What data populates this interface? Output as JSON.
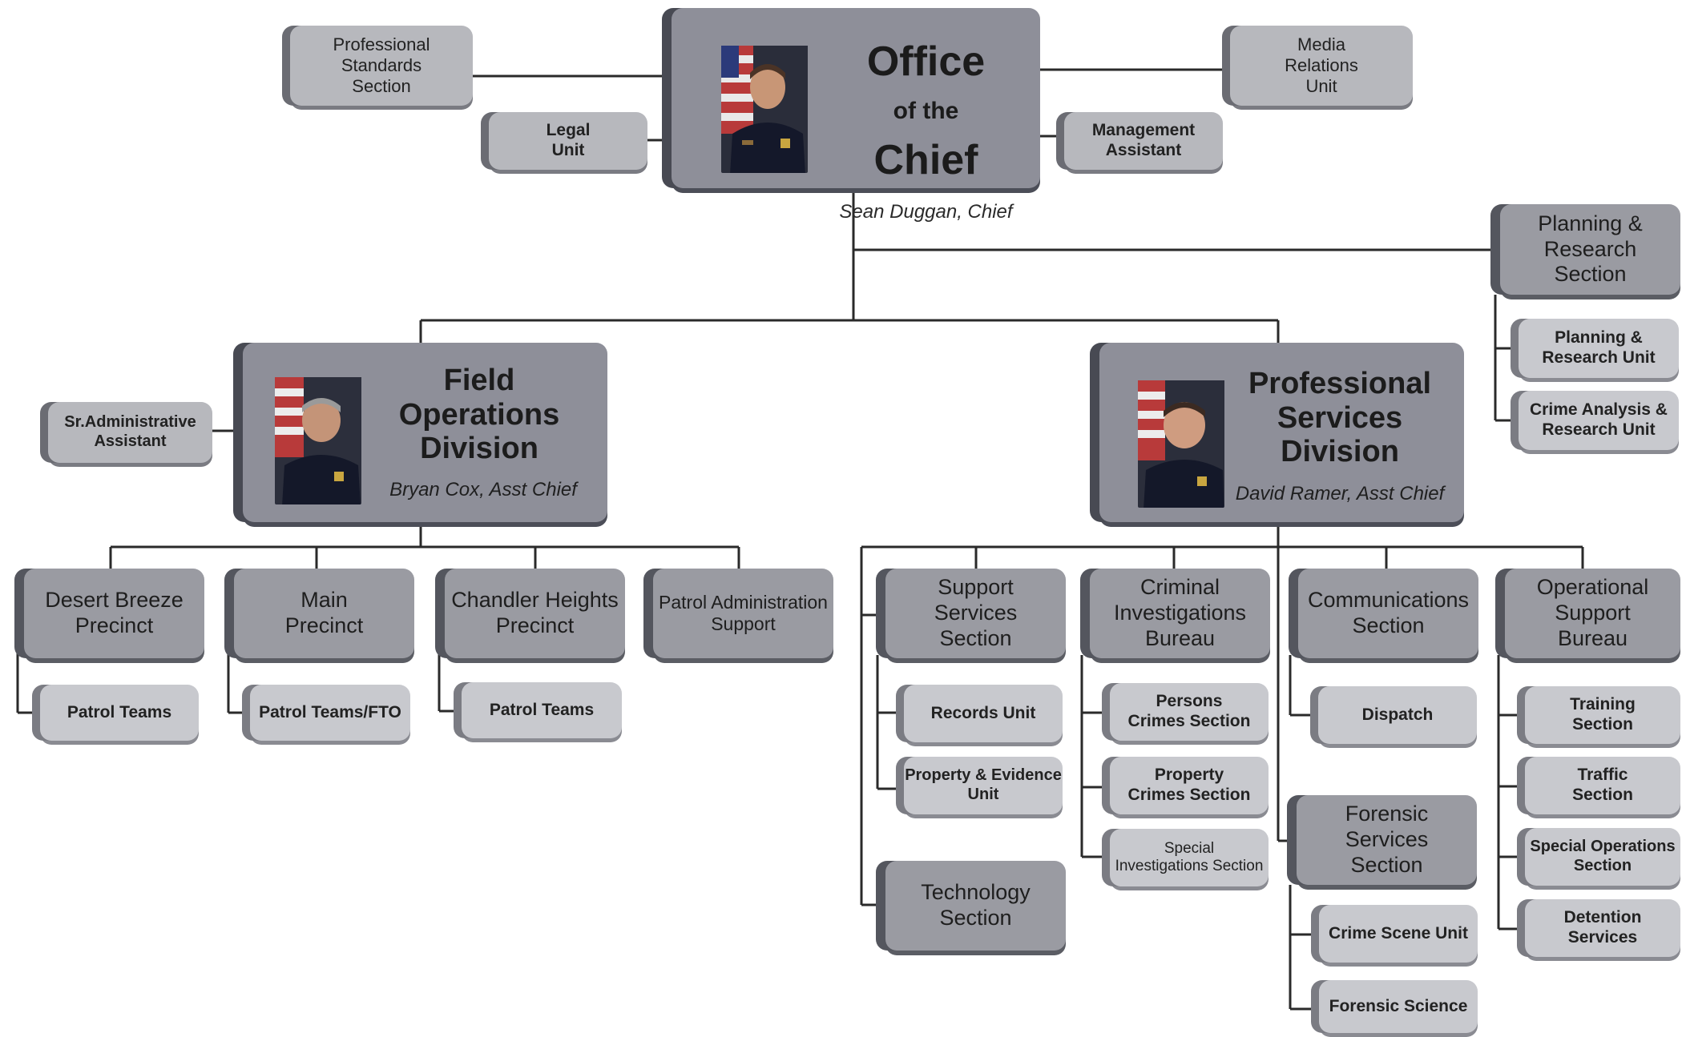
{
  "chief": {
    "line1": "Office",
    "line2": "of the",
    "line3": "Chief",
    "name": "Sean Duggan, Chief"
  },
  "chief_staff": {
    "professional_standards": "Professional\nStandards\nSection",
    "legal": "Legal\nUnit",
    "media": "Media\nRelations\nUnit",
    "management": "Management\nAssistant"
  },
  "planning": {
    "section": "Planning &\nResearch\nSection",
    "unit": "Planning &\nResearch Unit",
    "crime_analysis": "Crime Analysis &\nResearch Unit"
  },
  "field": {
    "title": "Field\nOperations\nDivision",
    "name": "Bryan Cox, Asst Chief",
    "assistant": "Sr.Administrative\nAssistant",
    "desert_breeze": "Desert Breeze\nPrecinct",
    "desert_breeze_sub": "Patrol Teams",
    "main": "Main\nPrecinct",
    "main_sub": "Patrol Teams/FTO",
    "chandler": "Chandler Heights\nPrecinct",
    "chandler_sub": "Patrol Teams",
    "patrol_admin": "Patrol Administration\nSupport"
  },
  "professional": {
    "title": "Professional\nServices\nDivision",
    "name": "David Ramer, Asst Chief",
    "support": "Support\nServices\nSection",
    "records": "Records Unit",
    "property_evidence": "Property & Evidence\nUnit",
    "technology": "Technology\nSection",
    "cib": "Criminal\nInvestigations\nBureau",
    "persons": "Persons\nCrimes Section",
    "property_crimes": "Property\nCrimes Section",
    "special_investigations": "Special\nInvestigations Section",
    "communications": "Communications\nSection",
    "dispatch": "Dispatch",
    "forensic": "Forensic\nServices\nSection",
    "crime_scene": "Crime Scene Unit",
    "forensic_science": "Forensic Science",
    "osb": "Operational\nSupport\nBureau",
    "training": "Training\nSection",
    "traffic": "Traffic\nSection",
    "special_ops": "Special Operations\nSection",
    "detention": "Detention\nServices"
  }
}
